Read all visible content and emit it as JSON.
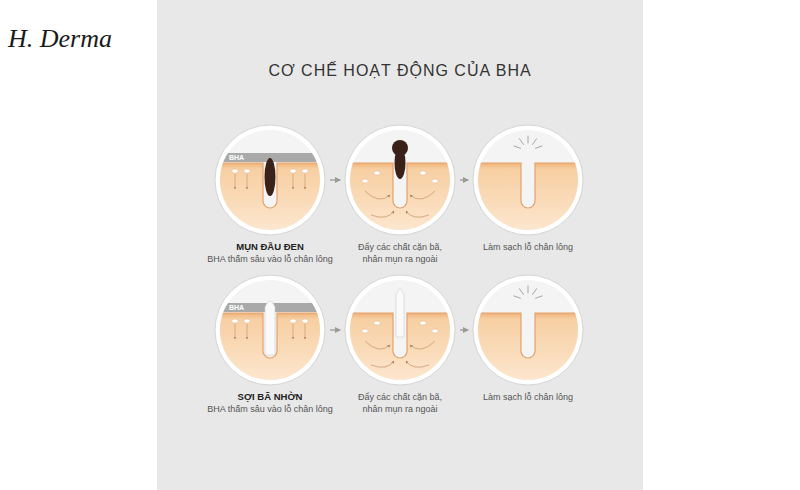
{
  "diagram": {
    "title": "CƠ CHẾ HOẠT ĐỘNG CỦA BHA",
    "nodes": [
      {
        "text": [
          "MỤN ĐẦU ĐEN",
          "BHA thấm sâu vào lỗ chân lông"
        ]
      },
      {
        "text": [
          "Đẩy các chất cặn bã, nhân mụn ra ngoài"
        ]
      },
      {
        "text": [
          "Làm sạch lỗ chân lông"
        ]
      },
      {
        "text": [
          "SỢI BÃ NHỜN",
          "BHA thấm sâu vào lỗ chân lông"
        ]
      },
      {
        "text": [
          "Đẩy các chất cặn bã, nhân mụn ra ngoài"
        ]
      },
      {
        "text": [
          "Làm sạch lỗ chân lông"
        ]
      }
    ],
    "edges": [
      {
        "from": 0,
        "to": 1,
        "arrow": "to"
      },
      {
        "from": 1,
        "to": 2,
        "arrow": "to"
      },
      {
        "from": 3,
        "to": 4,
        "arrow": "to"
      },
      {
        "from": 4,
        "to": 5,
        "arrow": "to"
      }
    ],
    "labels": [
      "H. Derma",
      "BHA",
      "BHA"
    ]
  }
}
